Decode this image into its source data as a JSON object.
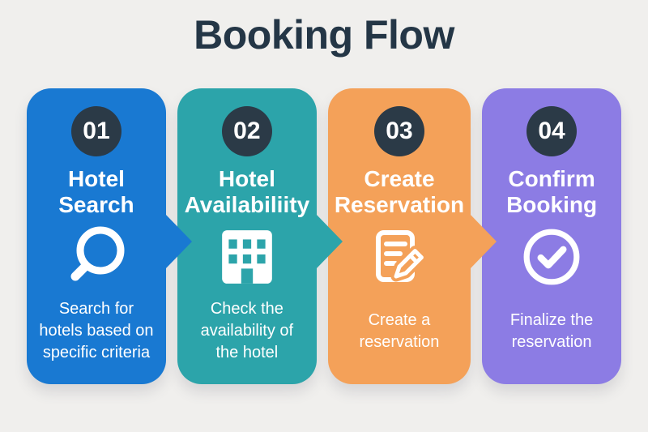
{
  "page": {
    "title": "Booking Flow",
    "background_color": "#f0efed",
    "title_color": "#243646",
    "badge_color": "#2b3a47",
    "card_text_color": "#ffffff"
  },
  "steps": [
    {
      "number": "01",
      "title": "Hotel Search",
      "description": "Search for hotels based on specific criteria",
      "icon": "search-icon",
      "color": "#1979d2"
    },
    {
      "number": "02",
      "title": "Hotel Availabiliity",
      "description": "Check the availability of the hotel",
      "icon": "building-icon",
      "color": "#2ca4aa"
    },
    {
      "number": "03",
      "title": "Create Reservation",
      "description": "Create a reservation",
      "icon": "document-pencil-icon",
      "color": "#f4a159"
    },
    {
      "number": "04",
      "title": "Confirm Booking",
      "description": "Finalize the reservation",
      "icon": "check-circle-icon",
      "color": "#8c7ce4"
    }
  ]
}
